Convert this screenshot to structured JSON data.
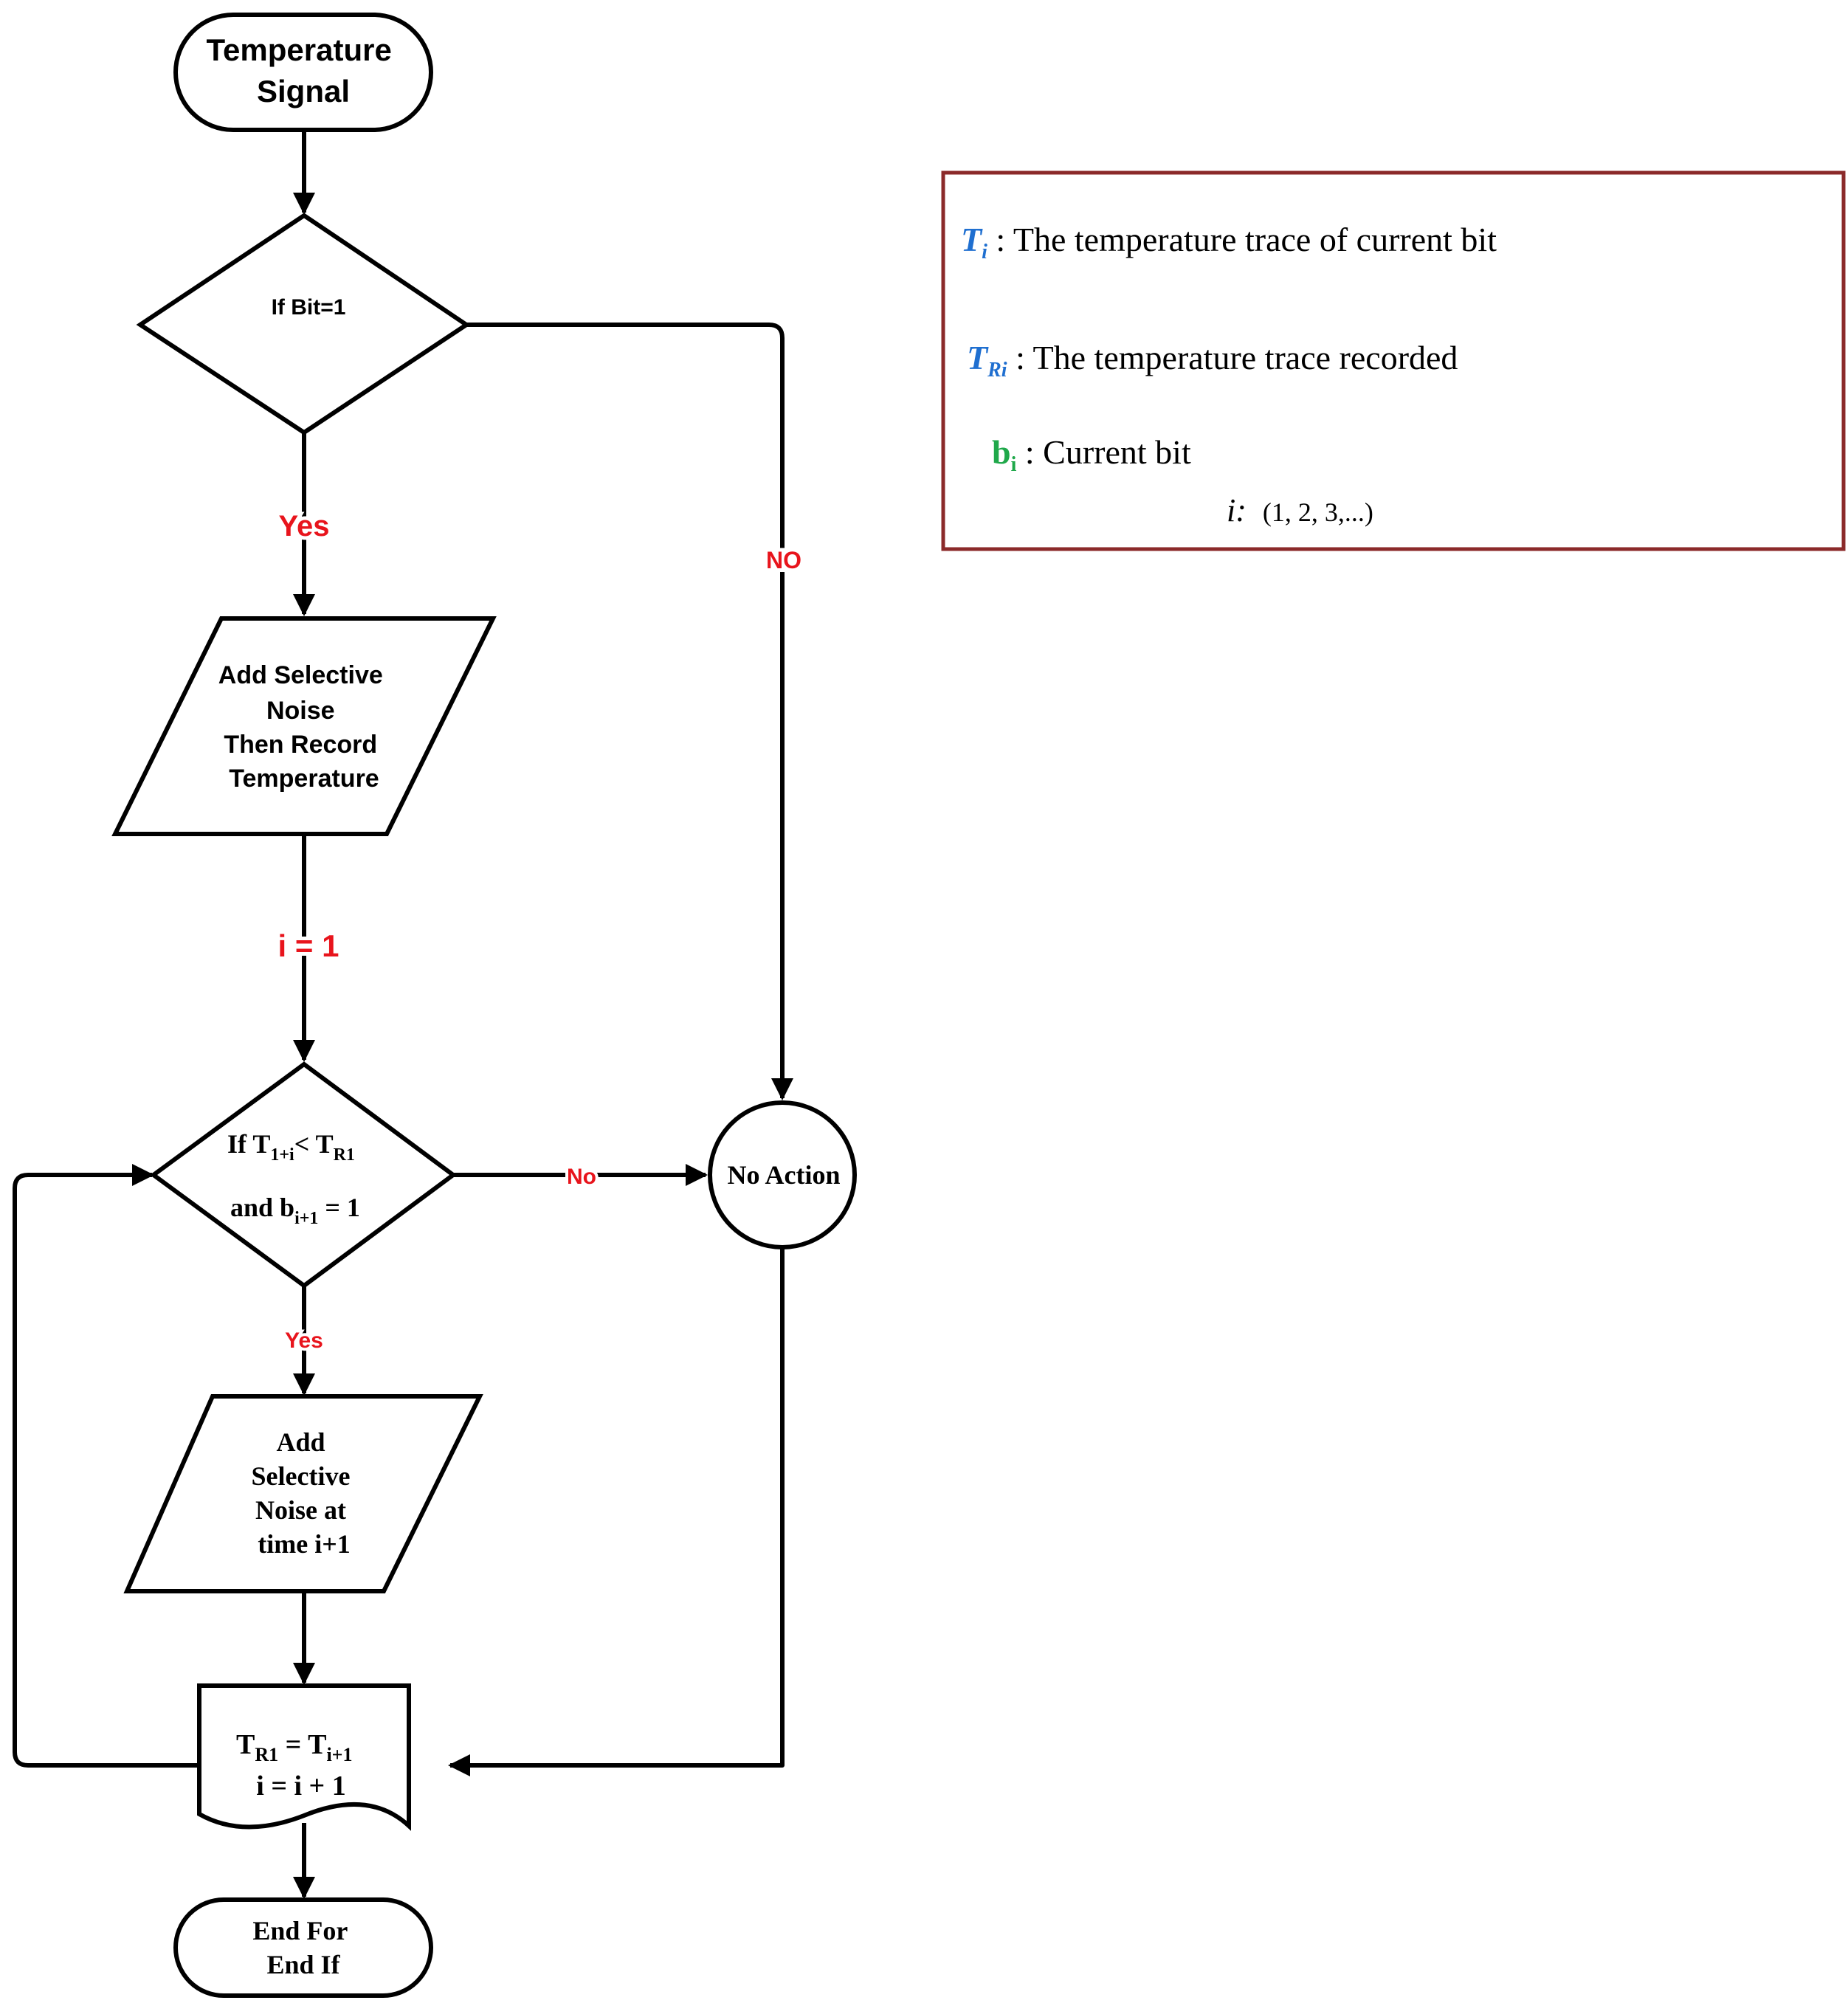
{
  "nodes": {
    "start": {
      "lines": [
        "Temperature",
        "Signal"
      ]
    },
    "decision_bit": {
      "text": "If Bit=1"
    },
    "process_noise": {
      "lines": [
        "Add Selective",
        "Noise",
        "Then Record",
        "Temperature"
      ]
    },
    "decision_compare": {
      "line1": {
        "prefix": "If T",
        "sub1": "1+i",
        "mid": "< T",
        "sub2": "R1"
      },
      "line2": {
        "prefix": "and b",
        "sub": "i+1",
        "suffix": " = 1"
      }
    },
    "no_action": {
      "text": "No Action"
    },
    "process_noise_time": {
      "lines": [
        "Add",
        "Selective",
        "Noise at",
        "time i+1"
      ]
    },
    "update": {
      "line1": {
        "a": "T",
        "a_sub": "R1",
        "eq": " = T",
        "b_sub": "i+1"
      },
      "line2": "i = i + 1"
    },
    "end": {
      "lines": [
        "End For",
        "End If"
      ]
    }
  },
  "edge_labels": {
    "yes_bit": "Yes",
    "no_bit": "NO",
    "init_i": "i = 1",
    "no_compare": "No",
    "yes_compare": "Yes"
  },
  "legend": {
    "ti": {
      "sym": "T",
      "sub": "i",
      "desc": " : The temperature trace of current bit"
    },
    "tri": {
      "sym": "T",
      "sub": "Ri",
      "desc": " : The temperature trace recorded"
    },
    "bi": {
      "sym": "b",
      "sub": "i",
      "desc": " : Current bit"
    },
    "index": {
      "sym": "i:",
      "desc": "(1, 2, 3,...)"
    }
  },
  "colors": {
    "label_red": "#e8141c",
    "legend_blue": "#1f6fd0",
    "legend_green": "#1fa84a",
    "legend_border": "#8b2a2a"
  }
}
